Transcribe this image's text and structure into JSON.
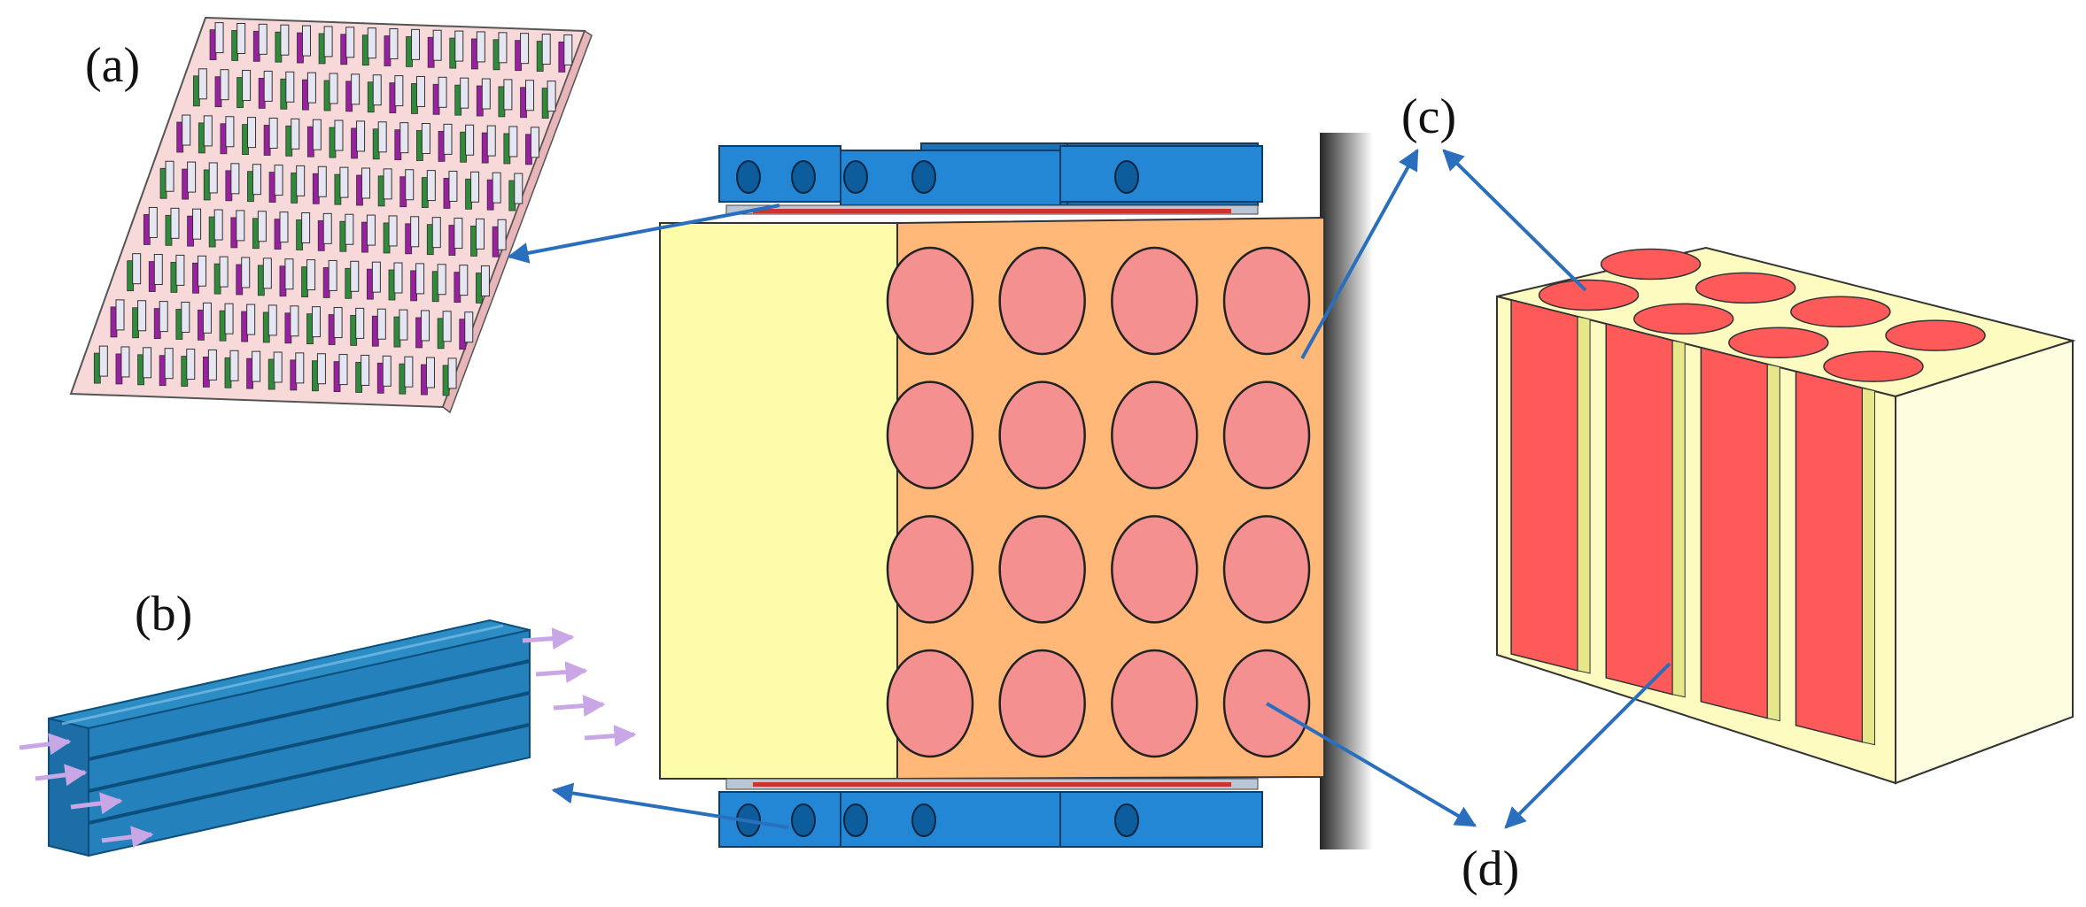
{
  "figure": {
    "labels": {
      "a": "(a)",
      "b": "(b)",
      "c": "(c)",
      "d": "(d)"
    },
    "colors": {
      "arrow": "#2a6fbd",
      "yellow_face": "#fdfcaa",
      "orange_face": "#ffb877",
      "pink_circle": "#f49090",
      "red_channel": "#ff5a5a",
      "cream_block": "#fdfbc0",
      "blue_block": "#1f86d6",
      "channel_blue": "#2c8cc4",
      "plate_pink": "#f7d9da",
      "te_purple": "#9a1fa1",
      "te_green": "#2f8b3a"
    },
    "grid": {
      "circle_rows": 4,
      "circle_cols": 4,
      "te_rows": 8,
      "te_cols": 17,
      "channel_count": 4
    }
  }
}
